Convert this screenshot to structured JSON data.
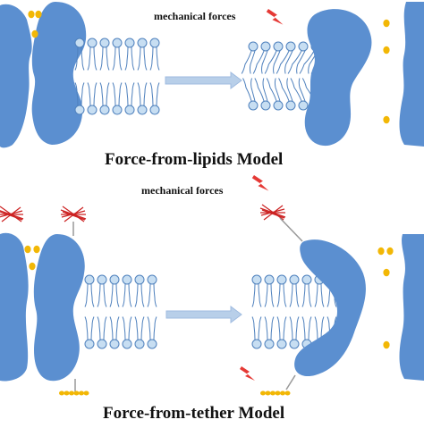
{
  "top_panel": {
    "forces_label": "mechanical forces",
    "model_title": "Force-from-lipids Model"
  },
  "bottom_panel": {
    "forces_label": "mechanical forces",
    "model_title": "Force-from-tether Model"
  },
  "colors": {
    "protein": "#5b8fd0",
    "lipid_head": "#c7def2",
    "lipid_outline": "#4f81bd",
    "ion": "#f2b705",
    "tether": "#cc2222",
    "arrow": "#b8cfe9",
    "bolt_red": "#e53935"
  },
  "icons": [
    "lightning-bolt-icon",
    "lightning-bolt-icon",
    "lightning-bolt-icon"
  ]
}
